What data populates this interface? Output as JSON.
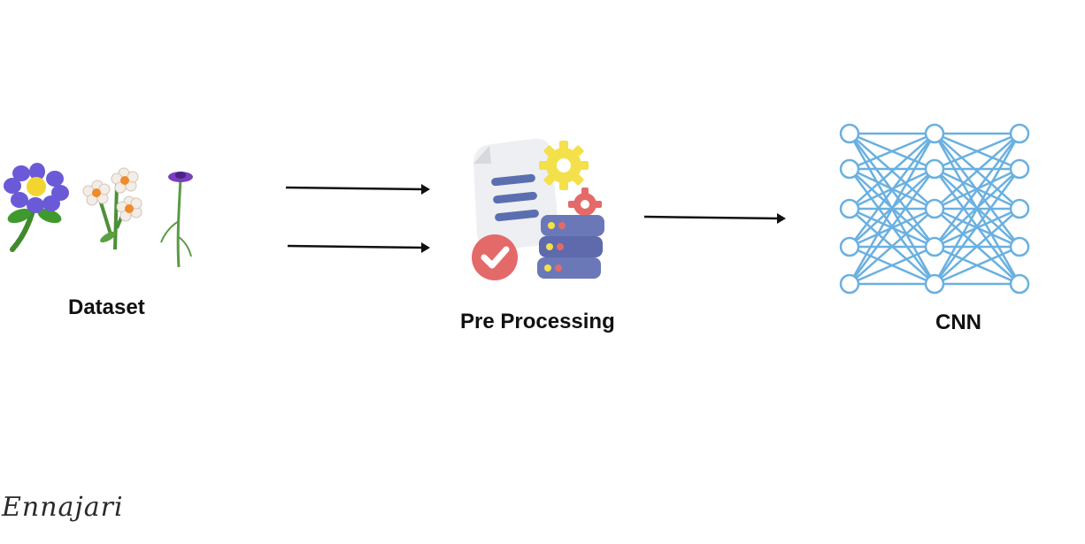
{
  "labels": {
    "dataset": "Dataset",
    "preprocessing": "Pre Processing",
    "cnn": "CNN"
  },
  "signature": "Ennajari",
  "icons": {
    "dataset": [
      "flower-blue-daisy-icon",
      "flower-white-cluster-icon",
      "flower-purple-stem-icon"
    ],
    "preprocessing": "document-gear-server-icon",
    "cnn": "neural-network-icon"
  },
  "colors": {
    "arrow": "#111111",
    "network": "#6ab0e0",
    "gear_yellow": "#f4e04a",
    "gear_red": "#e46a6a",
    "server": "#6b78b8"
  }
}
